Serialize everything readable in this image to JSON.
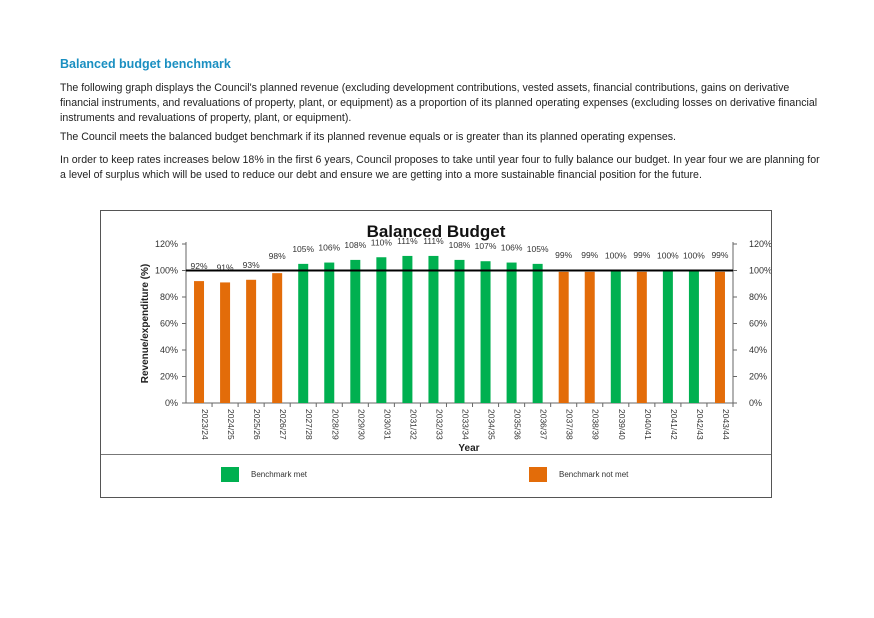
{
  "page": {
    "heading": "Balanced budget benchmark",
    "paragraphs": [
      "The following graph displays the Council's planned revenue (excluding development contributions, vested assets, financial contributions, gains on derivative financial instruments, and revaluations of property, plant, or equipment) as a proportion of its planned operating expenses (excluding losses on derivative financial instruments and revaluations of property, plant, or equipment).",
      "The Council meets the balanced budget benchmark if its planned revenue equals or is greater than its planned operating expenses.",
      "In order to keep rates increases below 18% in the first 6 years, Council proposes to take until year four to fully balance our budget. In year four we are planning for a level of surplus which will be used to reduce our debt and ensure we are getting into a more sustainable financial position for the future."
    ]
  },
  "chart_data": {
    "type": "bar",
    "title": "Balanced Budget",
    "xlabel": "Year",
    "ylabel": "Revenue/expenditure (%)",
    "ylim": [
      0,
      120
    ],
    "yticks": [
      "0%",
      "20%",
      "40%",
      "60%",
      "80%",
      "100%",
      "120%"
    ],
    "benchmark_line": 100,
    "categories": [
      "2023/24",
      "2024/25",
      "2025/26",
      "2026/27",
      "2027/28",
      "2028/29",
      "2029/30",
      "2030/31",
      "2031/32",
      "2032/33",
      "2033/34",
      "2034/35",
      "2035/36",
      "2036/37",
      "2037/38",
      "2038/39",
      "2039/40",
      "2040/41",
      "2041/42",
      "2042/43",
      "2043/44"
    ],
    "values": [
      92,
      91,
      93,
      98,
      105,
      106,
      108,
      110,
      111,
      111,
      108,
      107,
      106,
      105,
      99,
      99,
      100,
      99,
      100,
      100,
      99
    ],
    "data_labels": [
      "92%",
      "91%",
      "93%",
      "98%",
      "105%",
      "106%",
      "108%",
      "110%",
      "111%",
      "111%",
      "108%",
      "107%",
      "106%",
      "105%",
      "99%",
      "99%",
      "100%",
      "99%",
      "100%",
      "100%",
      "99%"
    ],
    "status": [
      "not_met",
      "not_met",
      "not_met",
      "not_met",
      "met",
      "met",
      "met",
      "met",
      "met",
      "met",
      "met",
      "met",
      "met",
      "met",
      "not_met",
      "not_met",
      "met",
      "not_met",
      "met",
      "met",
      "not_met"
    ],
    "colors": {
      "met": "#00b050",
      "not_met": "#e36c09",
      "line": "#000000"
    },
    "legend": [
      {
        "key": "met",
        "label": "Benchmark met"
      },
      {
        "key": "not_met",
        "label": "Benchmark not met"
      }
    ]
  }
}
